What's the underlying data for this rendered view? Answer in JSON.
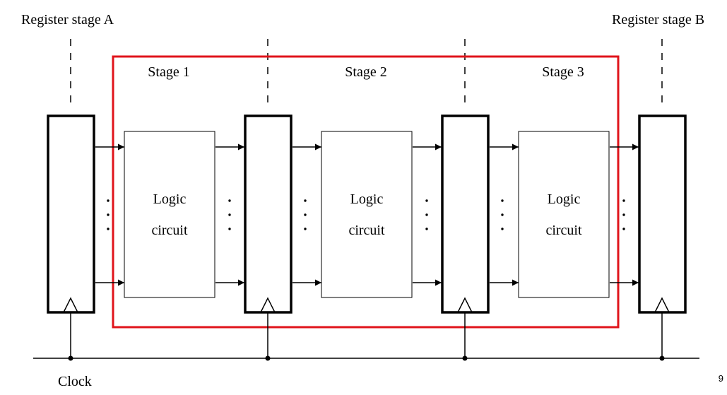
{
  "labels": {
    "register_a": "Register stage A",
    "register_b": "Register stage B",
    "clock": "Clock",
    "page_number": "9"
  },
  "stages": [
    {
      "title": "Stage 1",
      "line1": "Logic",
      "line2": "circuit"
    },
    {
      "title": "Stage 2",
      "line1": "Logic",
      "line2": "circuit"
    },
    {
      "title": "Stage 3",
      "line1": "Logic",
      "line2": "circuit"
    }
  ],
  "colors": {
    "line": "#000000",
    "highlight": "#e0141b"
  }
}
